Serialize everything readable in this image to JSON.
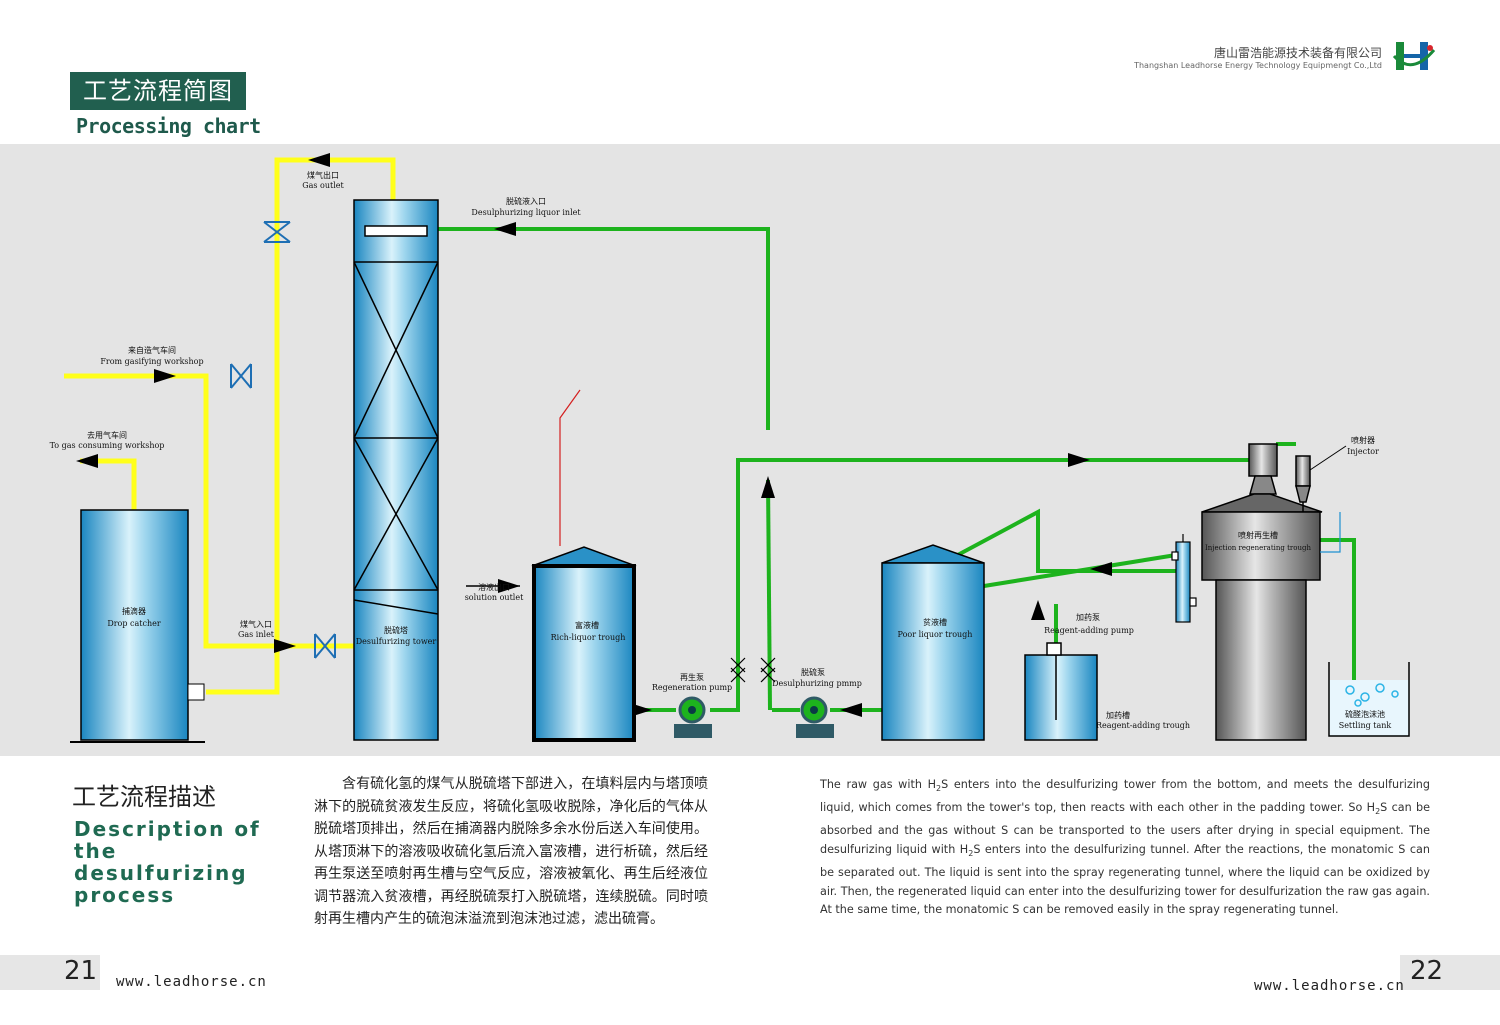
{
  "header": {
    "title_cn": "工艺流程简图",
    "title_en": "Processing chart",
    "company_cn": "唐山雷浩能源技术装备有限公司",
    "company_en": "Thangshan Leadhorse Energy Technology Equipmengt Co.,Ltd"
  },
  "diagram": {
    "gas_outlet_cn": "煤气出口",
    "gas_outlet_en": "Gas outlet",
    "liquor_inlet_cn": "脱硫液入口",
    "liquor_inlet_en": "Desulphurizing liquor inlet",
    "from_workshop_cn": "来自造气车间",
    "from_workshop_en": "From gasifying workshop",
    "to_workshop_cn": "去用气车间",
    "to_workshop_en": "To gas consuming workshop",
    "drop_catcher_cn": "捕滴器",
    "drop_catcher_en": "Drop catcher",
    "gas_inlet_cn": "煤气入口",
    "gas_inlet_en": "Gas inlet",
    "tower_cn": "脱硫塔",
    "tower_en": "Desulfurizing tower",
    "solution_outlet_cn": "溶液出口",
    "solution_outlet_en": "solution outlet",
    "rich_trough_cn": "富液槽",
    "rich_trough_en": "Rich-liquor trough",
    "regen_pump_cn": "再生泵",
    "regen_pump_en": "Regeneration pump",
    "desulf_pump_cn": "脱硫泵",
    "desulf_pump_en": "Desulphurizing pmmp",
    "poor_trough_cn": "贫液槽",
    "poor_trough_en": "Poor liquor trough",
    "reagent_pump_cn": "加药泵",
    "reagent_pump_en": "Reagent-adding pump",
    "reagent_trough_cn": "加药槽",
    "reagent_trough_en": "Reagent-adding trough",
    "injector_cn": "喷射器",
    "injector_en": "Injector",
    "injection_trough_cn": "喷射再生槽",
    "injection_trough_en": "Injection regenerating trough",
    "settling_tank_cn": "硫醛泡沫池",
    "settling_tank_en": "Settling tank"
  },
  "description": {
    "title_cn": "工艺流程描述",
    "title_en": "Description of the desulfurizing process",
    "body_cn": "含有硫化氢的煤气从脱硫塔下部进入，在填料层内与塔顶喷淋下的脱硫贫液发生反应，将硫化氢吸收脱除，净化后的气体从脱硫塔顶排出，然后在捕滴器内脱除多余水份后送入车间使用。从塔顶淋下的溶液吸收硫化氢后流入富液槽，进行析硫，然后经再生泵送至喷射再生槽与空气反应，溶液被氧化、再生后经液位调节器流入贫液槽，再经脱硫泵打入脱硫塔，连续脱硫。同时喷射再生槽内产生的硫泡沫溢流到泡沫池过滤，滤出硫膏。",
    "body_en_1": "The raw gas with H",
    "body_en_2": "S enters into the desulfurizing tower from the bottom, and meets the desulfurizing liquid, which comes from the tower's top, then reacts with each other in the padding tower. So H",
    "body_en_3": "S can be absorbed and the gas without S can be transported to the users after drying in special equipment. The desulfurizing liquid with H",
    "body_en_4": "S enters into the desulfurizing tunnel. After the reactions, the monatomic S can be separated out. The liquid is sent into the spray regenerating tunnel, where the liquid can be oxidized by air. Then, the regenerated liquid can enter into the desulfurizing tower for desulfurization the raw gas again. At the same time, the monatomic S can be removed easily in the spray regenerating tunnel.",
    "subscript": "2"
  },
  "footer": {
    "page_left": "21",
    "page_right": "22",
    "site": "www.leadhorse.cn"
  },
  "colors": {
    "gas_line": "#ffff1a",
    "liquid_line": "#1db31d",
    "brand_green": "#215f4f"
  }
}
